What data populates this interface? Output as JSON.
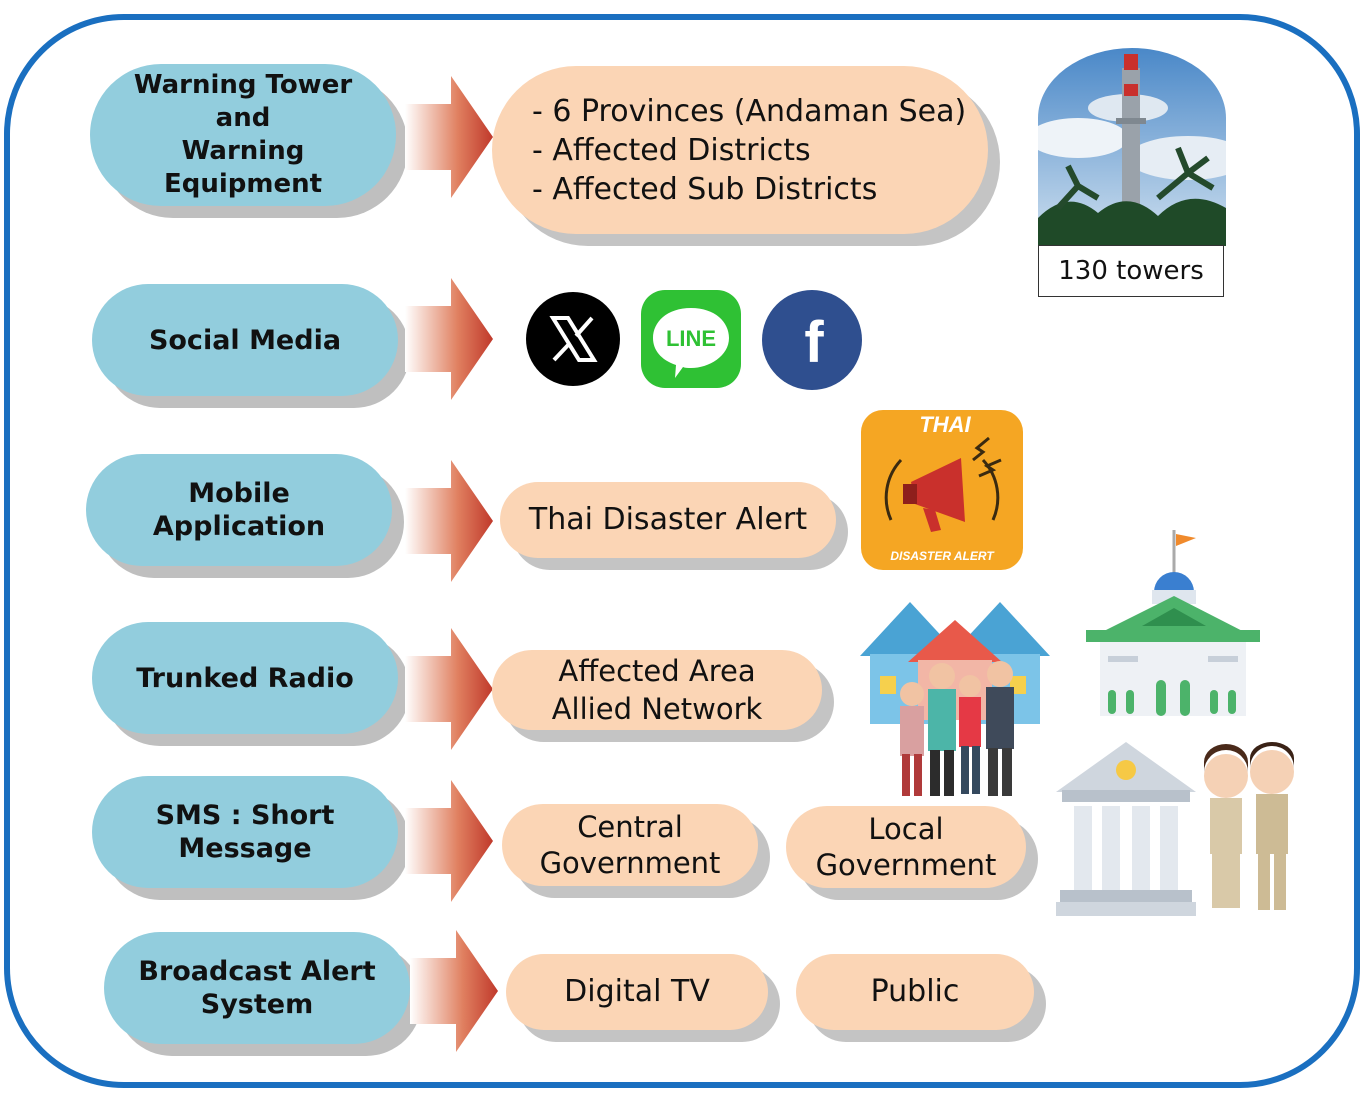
{
  "channels": [
    {
      "label": "Warning Tower\nand\nWarning\nEquipment"
    },
    {
      "label": "Social Media"
    },
    {
      "label": "Mobile\nApplication"
    },
    {
      "label": "Trunked Radio"
    },
    {
      "label": "SMS : Short\nMessage"
    },
    {
      "label": "Broadcast Alert\nSystem"
    }
  ],
  "targets": {
    "tower_areas": "- 6 Provinces (Andaman Sea)\n- Affected Districts\n- Affected Sub Districts",
    "app": "Thai Disaster Alert",
    "radio": "Affected Area\nAllied Network",
    "sms_central": "Central\nGovernment",
    "sms_local": "Local\nGovernment",
    "broadcast_tv": "Digital TV",
    "broadcast_public": "Public"
  },
  "tower_count": "130 towers",
  "social_icons": {
    "x": "x-icon",
    "line": "LINE",
    "facebook": "f"
  },
  "app_logo": {
    "top": "THAI",
    "bottom": "DISASTER ALERT"
  },
  "colors": {
    "frame": "#1a6fc0",
    "channel": "#92cddd",
    "target": "#fbd5b5",
    "arrow": "#c0392b"
  }
}
